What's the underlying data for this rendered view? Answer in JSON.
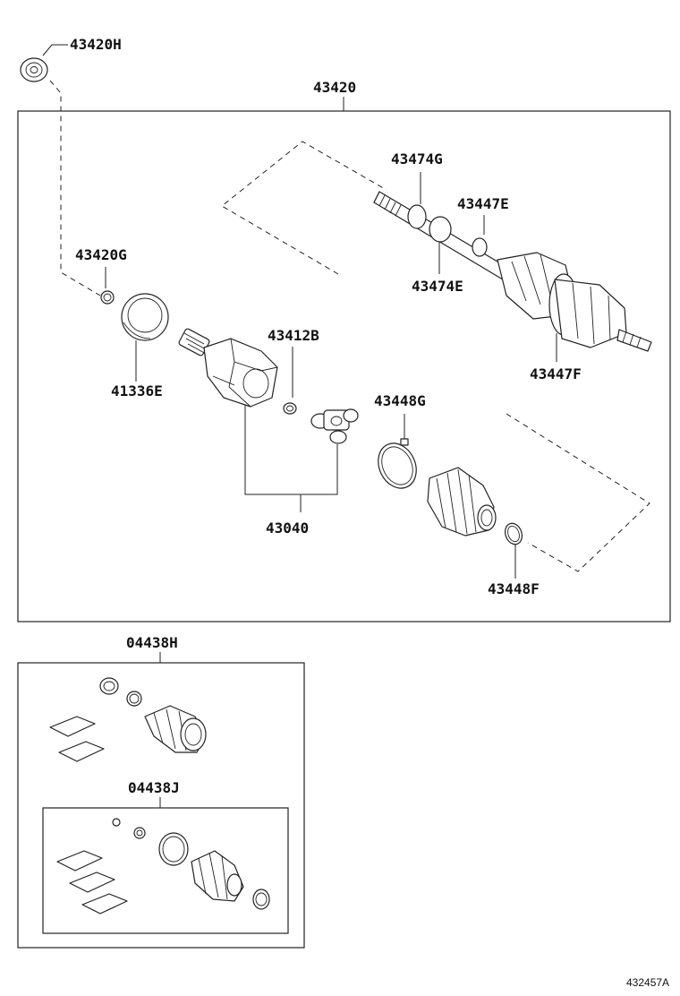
{
  "parts": {
    "p43420H": "43420H",
    "p43420": "43420",
    "p43474G": "43474G",
    "p43447E": "43447E",
    "p43420G": "43420G",
    "p43474E": "43474E",
    "p43412B": "43412B",
    "p43447F": "43447F",
    "p41336E": "41336E",
    "p43448G": "43448G",
    "p43040": "43040",
    "p43448F": "43448F",
    "p04438H": "04438H",
    "p04438J": "04438J"
  },
  "diagram_code": "432457A"
}
